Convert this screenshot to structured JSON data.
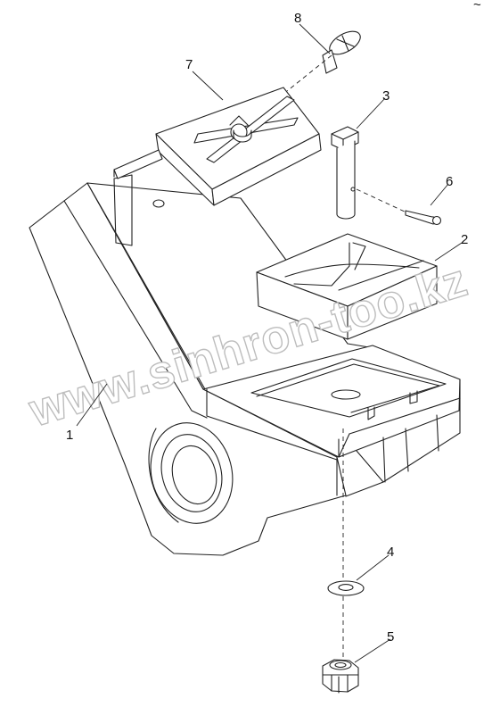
{
  "diagram": {
    "callouts": [
      {
        "id": "c1",
        "text": "1"
      },
      {
        "id": "c2",
        "text": "2"
      },
      {
        "id": "c3",
        "text": "3"
      },
      {
        "id": "c4",
        "text": "4"
      },
      {
        "id": "c5",
        "text": "5"
      },
      {
        "id": "c6",
        "text": "6"
      },
      {
        "id": "c7",
        "text": "7"
      },
      {
        "id": "c8",
        "text": "8"
      }
    ],
    "corner_mark": "~",
    "watermark": "www.sinhron-too.kz"
  },
  "colors": {
    "line": "#222222",
    "background": "#ffffff",
    "watermark_outline": "#bdbdbd"
  }
}
